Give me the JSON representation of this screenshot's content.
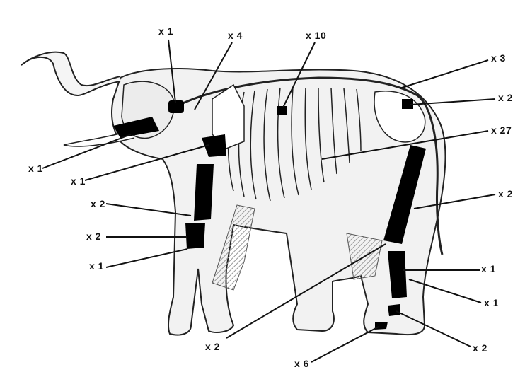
{
  "diagram": {
    "colors": {
      "bone_marked": "#000000",
      "outline": "#222222",
      "body_fill": "#f2f2f2",
      "hatch": "#9a9a9a"
    },
    "labels": [
      {
        "id": "skull-top",
        "text": "x 1"
      },
      {
        "id": "neck",
        "text": "x 4"
      },
      {
        "id": "thoracic",
        "text": "x 10"
      },
      {
        "id": "tail-top",
        "text": "x 3"
      },
      {
        "id": "pelvis",
        "text": "x 2"
      },
      {
        "id": "ribs",
        "text": "x 27"
      },
      {
        "id": "mandible",
        "text": "x 1"
      },
      {
        "id": "scapula",
        "text": "x 1"
      },
      {
        "id": "humerus",
        "text": "x 2"
      },
      {
        "id": "radius-ulna",
        "text": "x 2"
      },
      {
        "id": "carpal",
        "text": "x 1"
      },
      {
        "id": "femur",
        "text": "x 2"
      },
      {
        "id": "tibia",
        "text": "x 1"
      },
      {
        "id": "fibula",
        "text": "x 1"
      },
      {
        "id": "tarsal",
        "text": "x 2"
      },
      {
        "id": "foot-front",
        "text": "x 2"
      },
      {
        "id": "phalanges",
        "text": "x 6"
      }
    ]
  }
}
